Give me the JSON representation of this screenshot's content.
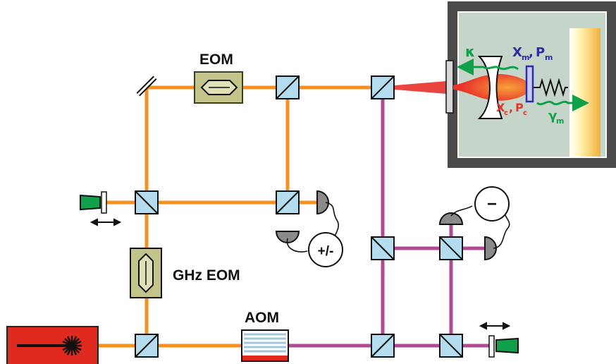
{
  "colors": {
    "orange_beam": "#f7901e",
    "purple_beam": "#b04a93",
    "red_beam": "#e8322a",
    "cube_fill": "#b3dcef",
    "modulator_fill": "#c3c48a",
    "modulator_edge": "#6b6a2d",
    "chamber_frame": "#4a4a4a",
    "chamber_inner": "#c5d5c9",
    "green": "#10a04a",
    "mirror_blue": "#2c2ea8",
    "laser_red": "#e02a1f",
    "detector_gray": "#8a8a8a"
  },
  "labels": {
    "eom": "EOM",
    "ghz_eom": "GHz EOM",
    "aom": "AOM",
    "detector_sum": "+/-",
    "detector_diff": "−"
  },
  "cavity": {
    "kappa": "κ",
    "mech_x": "X",
    "mech_x_sub": "m",
    "mech_p": "P",
    "mech_p_sub": "m",
    "cav_x": "X",
    "cav_x_sub": "c",
    "cav_p": "P",
    "cav_p_sub": "c",
    "gamma": "γ",
    "gamma_sub": "m"
  },
  "icons": [
    "laser-icon",
    "beam-splitter-icon",
    "mirror-icon",
    "photodetector-icon",
    "translation-arrow-icon",
    "spring-icon",
    "wavy-arrow-icon"
  ]
}
